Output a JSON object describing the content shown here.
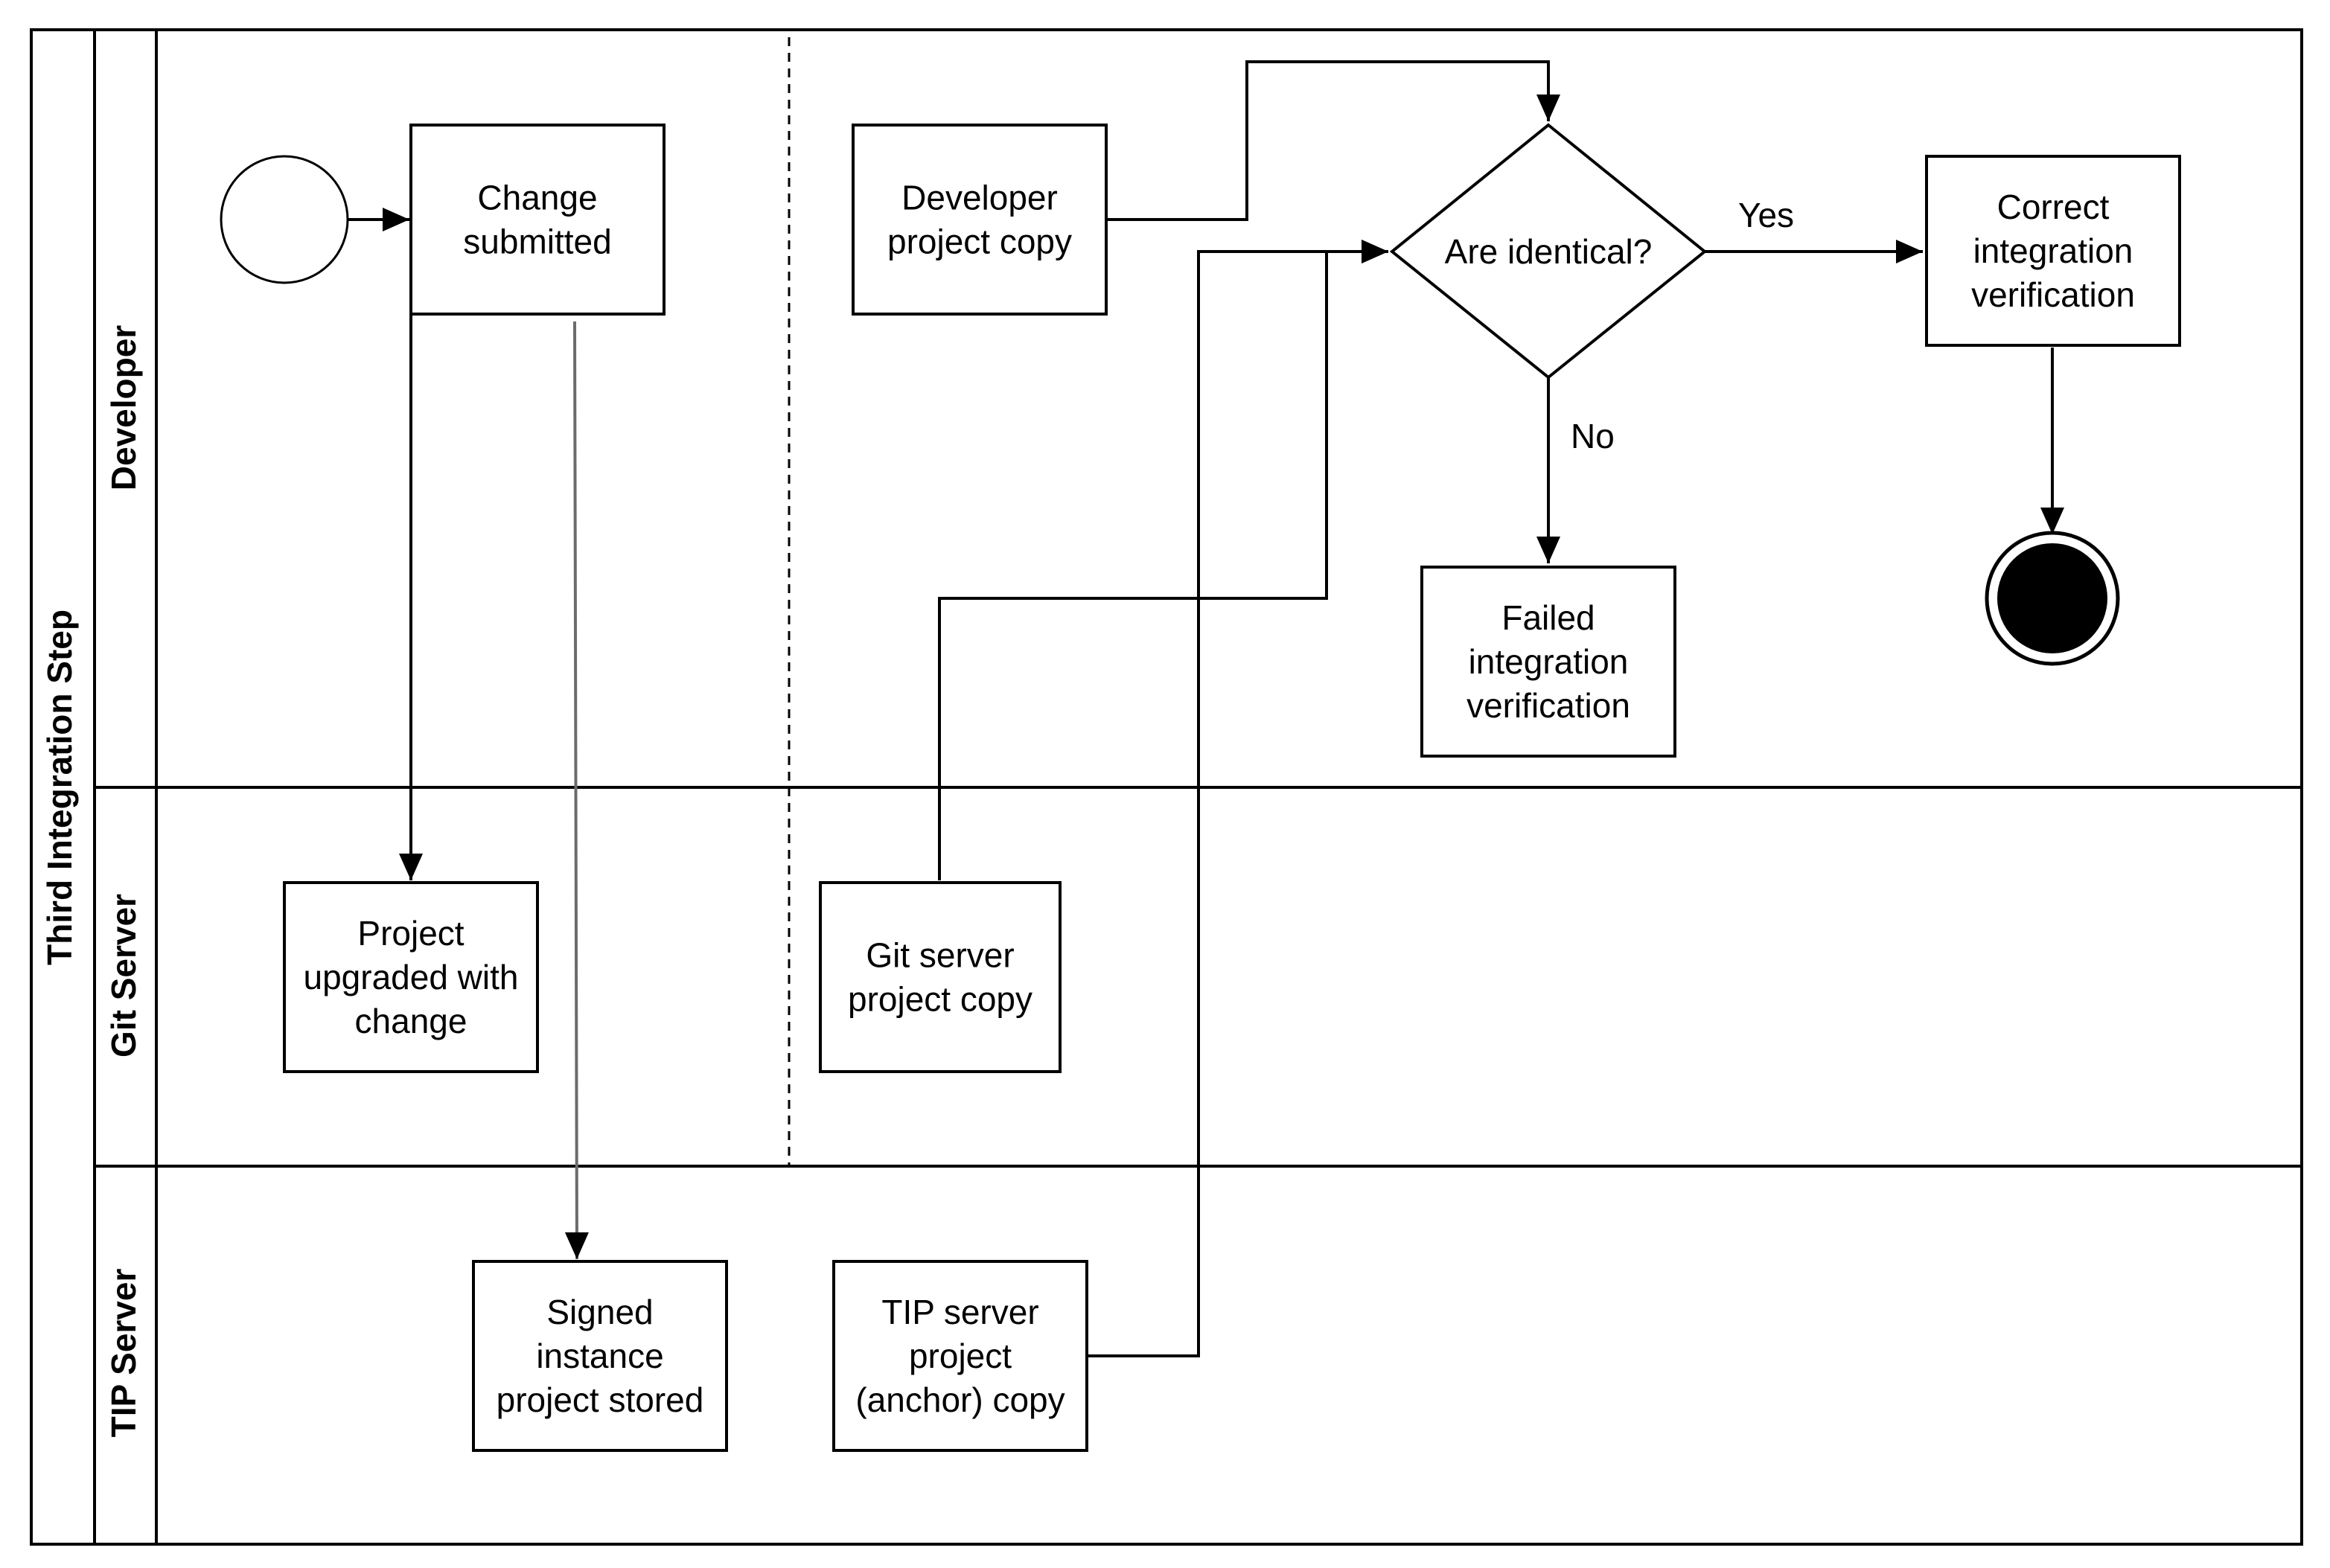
{
  "pool": {
    "title": "Third Integration Step"
  },
  "lanes": {
    "developer": "Developer",
    "git_server": "Git Server",
    "tip_server": "TIP Server"
  },
  "nodes": {
    "change_submitted": [
      "Change",
      "submitted"
    ],
    "developer_project_copy": [
      "Developer",
      "project copy"
    ],
    "are_identical": [
      "Are identical?"
    ],
    "correct_verification": [
      "Correct",
      "integration",
      "verification"
    ],
    "failed_verification": [
      "Failed",
      "integration",
      "verification"
    ],
    "project_upgraded": [
      "Project",
      "upgraded with",
      "change"
    ],
    "git_server_copy": [
      "Git server",
      "project copy"
    ],
    "signed_instance": [
      "Signed",
      "instance",
      "project stored"
    ],
    "tip_server_copy": [
      "TIP server",
      "project",
      "(anchor) copy"
    ]
  },
  "edge_labels": {
    "yes": "Yes",
    "no": "No"
  }
}
